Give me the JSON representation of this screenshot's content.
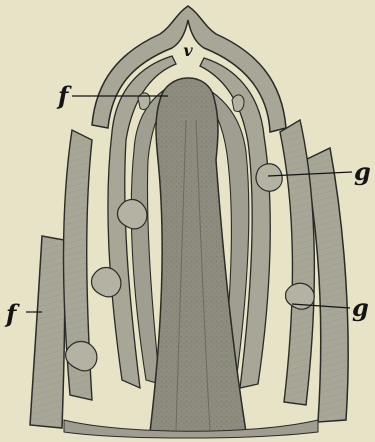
{
  "figure": {
    "labels": {
      "vertex": "v",
      "leaf_top": "f",
      "leaf_bottom": "f",
      "bud_upper": "g",
      "bud_lower": "g"
    },
    "colors": {
      "background": "#e6e3c6",
      "leaf_tissue": "#a7a697",
      "stem_core": "#8d8c7e",
      "outline": "#2a2a26",
      "ink": "#141414"
    }
  }
}
